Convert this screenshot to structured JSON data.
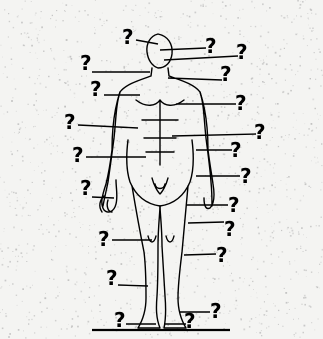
{
  "colors": {
    "background": "#f4f4f2",
    "ink": "#000000",
    "speckle": "#b9b9b9"
  },
  "labels": [
    {
      "id": "label-1",
      "text": "?",
      "side": "left"
    },
    {
      "id": "label-2",
      "text": "?",
      "side": "right"
    },
    {
      "id": "label-3",
      "text": "?",
      "side": "right"
    },
    {
      "id": "label-4",
      "text": "?",
      "side": "left"
    },
    {
      "id": "label-5",
      "text": "?",
      "side": "right"
    },
    {
      "id": "label-6",
      "text": "?",
      "side": "left"
    },
    {
      "id": "label-7",
      "text": "?",
      "side": "right"
    },
    {
      "id": "label-8",
      "text": "?",
      "side": "left"
    },
    {
      "id": "label-9",
      "text": "?",
      "side": "right"
    },
    {
      "id": "label-10",
      "text": "?",
      "side": "right"
    },
    {
      "id": "label-11",
      "text": "?",
      "side": "left"
    },
    {
      "id": "label-12",
      "text": "?",
      "side": "right"
    },
    {
      "id": "label-13",
      "text": "?",
      "side": "left"
    },
    {
      "id": "label-14",
      "text": "?",
      "side": "right"
    },
    {
      "id": "label-15",
      "text": "?",
      "side": "right"
    },
    {
      "id": "label-16",
      "text": "?",
      "side": "left"
    },
    {
      "id": "label-17",
      "text": "?",
      "side": "right"
    },
    {
      "id": "label-18",
      "text": "?",
      "side": "left"
    },
    {
      "id": "label-19",
      "text": "?",
      "side": "right"
    },
    {
      "id": "label-20",
      "text": "?",
      "side": "left"
    },
    {
      "id": "label-21",
      "text": "?",
      "side": "right"
    }
  ]
}
